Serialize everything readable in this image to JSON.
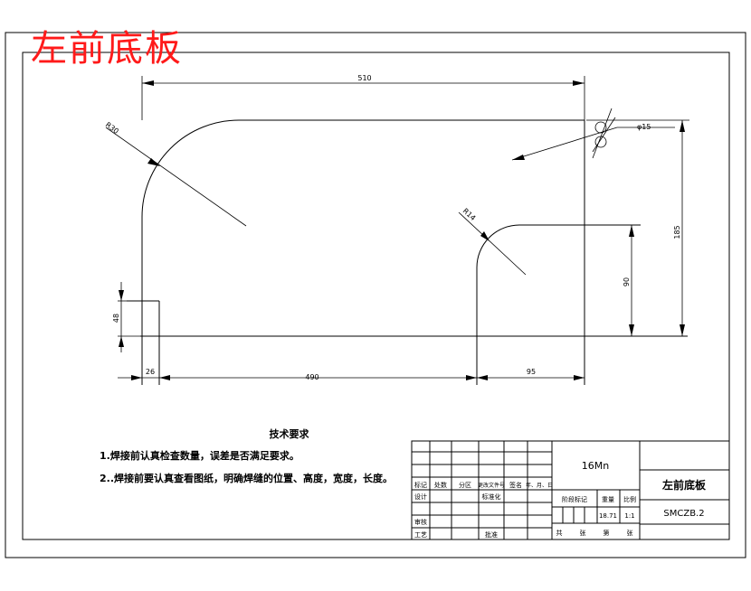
{
  "title": "左前底板",
  "dims": {
    "width_510": "510",
    "r30": "R30",
    "r14": "R14",
    "d15": "φ15",
    "h185": "185",
    "h90": "90",
    "h48": "48",
    "w26": "26",
    "w490": "490",
    "w95": "95"
  },
  "notes": {
    "heading": "技术要求",
    "line1": "1.焊接前认真检查数量，误差是否满足要求。",
    "line2": "2..焊接前要认真查看图纸，明确焊缝的位置、高度，宽度，长度。"
  },
  "titleblock": {
    "material": "16Mn",
    "part_name": "左前底板",
    "drawing_no": "SMCZB.2",
    "h_biaoji": "标记",
    "h_chushu": "处数",
    "h_fenqu": "分区",
    "h_gengai": "更改文件号",
    "h_qianming": "签名",
    "h_nianyueri": "年、月、日",
    "sheji": "设计",
    "biaozhunhua": "标准化",
    "shenhe": "审核",
    "gongyi": "工艺",
    "pizhun": "批准",
    "jieduan": "阶段标记",
    "zhongliang": "重量",
    "bili": "比例",
    "weight_val": "18.71",
    "scale_val": "1:1",
    "gong": "共",
    "zhang1": "张",
    "di": "第",
    "zhang2": "张"
  }
}
